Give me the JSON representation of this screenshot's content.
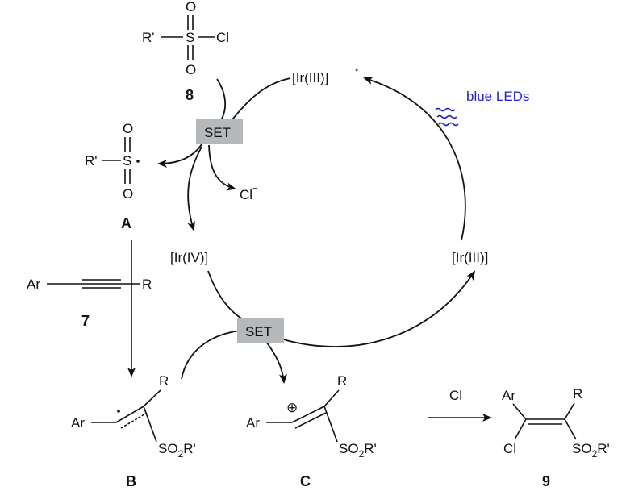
{
  "reagent_8": {
    "r": "R'",
    "s": "S",
    "o_top": "O",
    "o_bottom": "O",
    "cl": "Cl",
    "label": "8"
  },
  "radical_A": {
    "r": "R'",
    "s": "S",
    "o_top": "O",
    "o_bottom": "O",
    "label": "A"
  },
  "alkyne_7": {
    "ar": "Ar",
    "r": "R",
    "label": "7"
  },
  "cycle": {
    "ir3_excited": "[Ir(III)]",
    "ir3_excited_sup": "*",
    "ir4": "[Ir(IV)]",
    "ir3": "[Ir(III)]",
    "light": "blue LEDs",
    "set_top": "SET",
    "set_bottom": "SET",
    "chloride": "Cl",
    "chloride_sup": "−"
  },
  "intermediate_B": {
    "ar": "Ar",
    "r": "R",
    "so2": "SO",
    "so2_sub": "2",
    "so2_r": "R'",
    "label": "B"
  },
  "intermediate_C": {
    "ar": "Ar",
    "r": "R",
    "charge": "⊕",
    "so2": "SO",
    "so2_sub": "2",
    "so2_r": "R'",
    "label": "C"
  },
  "step_reagent": {
    "cl": "Cl",
    "sup": "−"
  },
  "product_9": {
    "ar": "Ar",
    "r": "R",
    "cl": "Cl",
    "so2": "SO",
    "so2_sub": "2",
    "so2_r": "R'",
    "label": "9"
  },
  "colors": {
    "ink": "#111111",
    "light_label": "#2323c8",
    "set_box": "#b5b9bc"
  }
}
